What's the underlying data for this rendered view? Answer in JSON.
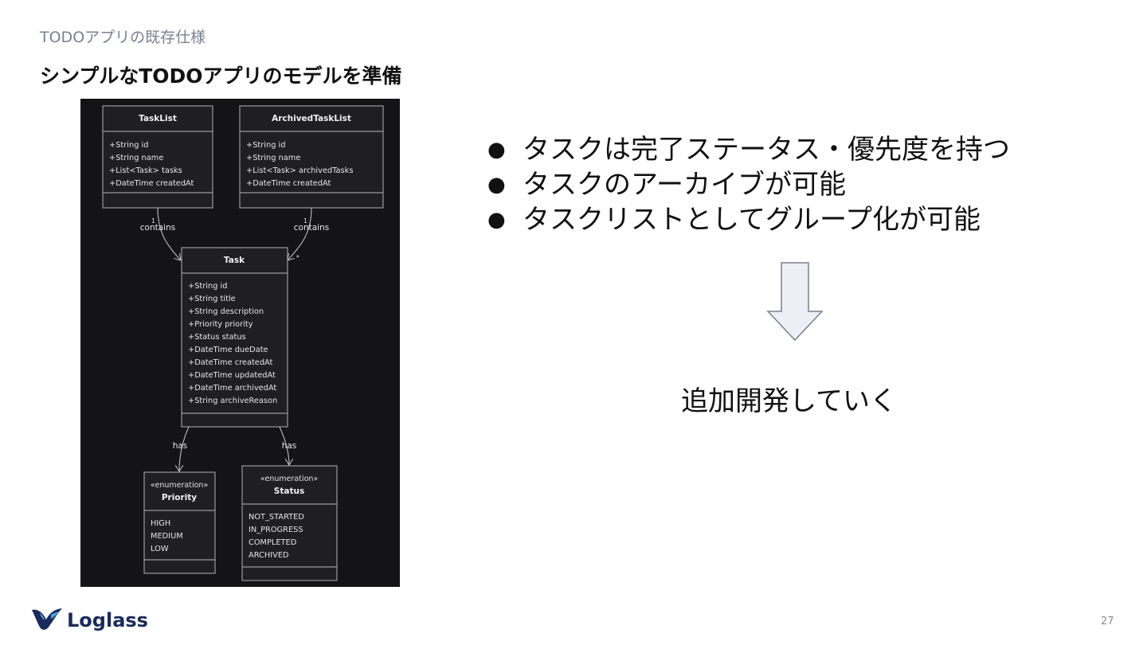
{
  "breadcrumb": "TODOアプリの既存仕様",
  "title": "シンプルなTODOアプリのモデルを準備",
  "diagram": {
    "classes": {
      "tasklist": {
        "name": "TaskList",
        "attributes": [
          "+String id",
          "+String name",
          "+List<Task> tasks",
          "+DateTime createdAt"
        ]
      },
      "archived": {
        "name": "ArchivedTaskList",
        "attributes": [
          "+String id",
          "+String name",
          "+List<Task> archivedTasks",
          "+DateTime createdAt"
        ]
      },
      "task": {
        "name": "Task",
        "attributes": [
          "+String id",
          "+String title",
          "+String description",
          "+Priority priority",
          "+Status status",
          "+DateTime dueDate",
          "+DateTime createdAt",
          "+DateTime updatedAt",
          "+DateTime archivedAt",
          "+String archiveReason"
        ]
      },
      "priority": {
        "stereotype": "«enumeration»",
        "name": "Priority",
        "attributes": [
          "HIGH",
          "MEDIUM",
          "LOW"
        ]
      },
      "status": {
        "stereotype": "«enumeration»",
        "name": "Status",
        "attributes": [
          "NOT_STARTED",
          "IN_PROGRESS",
          "COMPLETED",
          "ARCHIVED"
        ]
      }
    },
    "relations": {
      "tasklist_task": {
        "label": "contains",
        "multiplicity": "1"
      },
      "archived_task": {
        "label": "contains",
        "multiplicity": "1",
        "target_multiplicity": "*"
      },
      "task_priority": {
        "label": "has"
      },
      "task_status": {
        "label": "has"
      }
    }
  },
  "bullets": [
    "タスクは完了ステータス・優先度を持つ",
    "タスクのアーカイブが可能",
    "タスクリストとしてグループ化が可能"
  ],
  "bullet_marker": "●",
  "arrow_icon": "down-arrow-icon",
  "conclusion": "追加開発していく",
  "logo": {
    "text": "Loglass",
    "icon": "bird-logo-icon",
    "color": "#1a2a5a"
  },
  "page_number": "27"
}
